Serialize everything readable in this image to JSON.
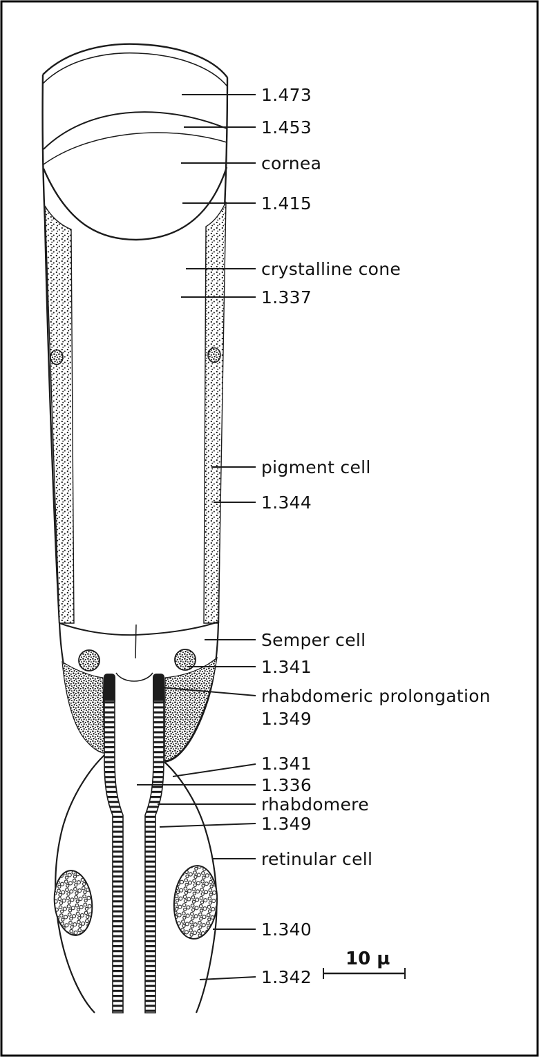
{
  "figure": {
    "description": "Longitudinal section diagram of an ommatidium with refractive index values",
    "labels": {
      "n1473": "1.473",
      "n1453": "1.453",
      "cornea": "cornea",
      "n1415": "1.415",
      "crystalline_cone": "crystalline cone",
      "n1337": "1.337",
      "pigment_cell": "pigment cell",
      "n1344": "1.344",
      "semper_cell": "Semper cell",
      "n1341_upper": "1.341",
      "rhabdomeric_prolongation": "rhabdomeric prolongation",
      "n1349_upper": "1.349",
      "n1341_lower": "1.341",
      "n1336": "1.336",
      "rhabdomere": "rhabdomere",
      "n1349_lower": "1.349",
      "retinular_cell": "retinular cell",
      "n1340": "1.340",
      "n1342": "1.342"
    },
    "scale_bar": {
      "label": "10 µ"
    },
    "colors": {
      "ink": "#1c1c1c",
      "paper": "#ffffff"
    }
  }
}
